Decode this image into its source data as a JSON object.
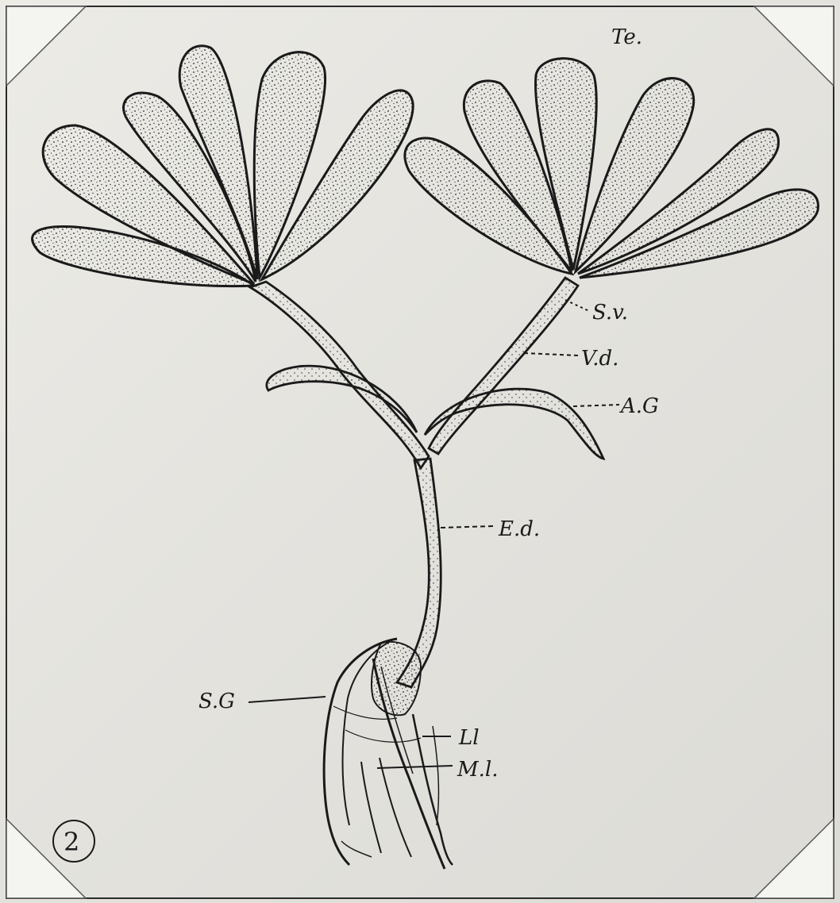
{
  "figure_number": "2",
  "labels": {
    "te": "Te.",
    "sv": "S.v.",
    "vd": "V.d.",
    "ag": "A.G",
    "ed": "E.d.",
    "sg": "S.G",
    "ll": "Ll",
    "ml": "M.l."
  },
  "colors": {
    "ink": "#1a1a1a",
    "paper": "#e8e7e2",
    "corner": "#f4f4f1"
  }
}
